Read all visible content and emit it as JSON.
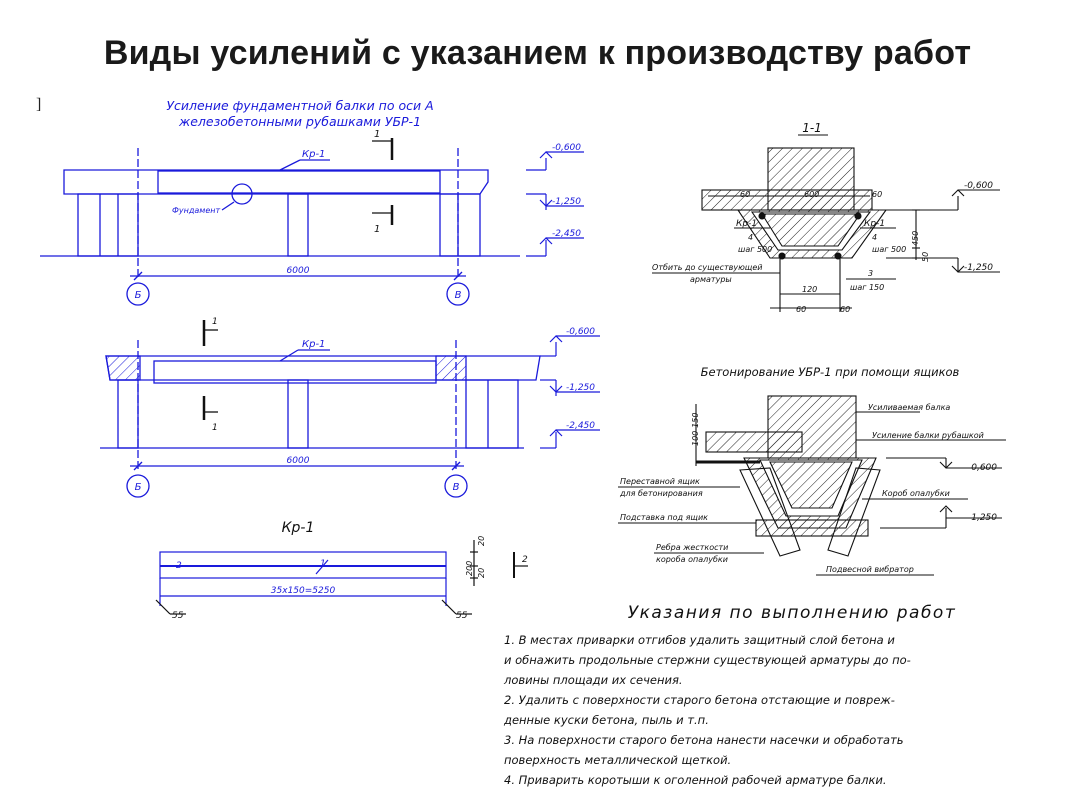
{
  "page": {
    "title": "Виды усилений с указанием к производству работ",
    "bracket": "]"
  },
  "plan_top": {
    "heading_1": "Усиление фундаментной балки по оси А",
    "heading_2": "железобетонными рубашками УБР-1",
    "kr_label": "Кр-1",
    "section_mark": "1",
    "foundation_label": "Фундамент",
    "span": "6000",
    "axis_left": "Б",
    "axis_right": "В",
    "levels": [
      "-0,600",
      "-1,250",
      "-2,450"
    ]
  },
  "plan_mid": {
    "kr_label": "Кр-1",
    "section_mark": "1",
    "span": "6000",
    "axis_left": "Б",
    "axis_right": "В",
    "levels": [
      "-0,600",
      "-1,250",
      "-2,450"
    ]
  },
  "kr_detail": {
    "title": "Кр-1",
    "pos_left": "2",
    "pos_right": "1",
    "pos_section": "2",
    "length": "35х150=5250",
    "dim_55_left": "55",
    "dim_55_right": "55",
    "dim_20_top": "20",
    "dim_200": "200",
    "dim_20_bottom": "20"
  },
  "section_1": {
    "title": "1-1",
    "dim_60_left": "60",
    "dim_600": "600",
    "dim_60_right": "60",
    "kr_left": "Кр-1",
    "kr_right": "Кр-1",
    "pos_4_left": "4",
    "step_left": "шаг 500",
    "pos_4_right": "4",
    "step_right": "шаг 500",
    "note": "Отбить до существующей",
    "note_2": "арматуры",
    "pos_3": "3",
    "step_3": "шаг 150",
    "dim_120": "120",
    "bot_60_left": "60",
    "bot_60_right": "60",
    "dim_450": "450",
    "dim_50": "50",
    "levels": [
      "-0,600",
      "-1,250"
    ]
  },
  "concreting": {
    "title": "Бетонирование УБР-1 при помощи ящиков",
    "dim_vertical": "100-150",
    "label_beam": "Усиливаемая балка",
    "label_jacket": "Усиление балки рубашкой",
    "label_box": "Переставной ящик",
    "label_box_2": "для бетонирования",
    "label_support": "Подставка под ящик",
    "label_ribs": "Ребра жесткости",
    "label_ribs_2": "короба опалубки",
    "label_formwork": "Короб опалубки",
    "label_vibrator": "Подвесной вибратор",
    "levels": [
      "-0,600",
      "-1,250"
    ]
  },
  "instructions": {
    "heading": "Указания по выполнению работ",
    "lines": [
      "1.  В местах приварки отгибов удалить защитный слой бетона и",
      "и обнажить продольные стержни существующей арматуры до по-",
      "ловины площади их сечения.",
      "2.  Удалить с поверхности старого бетона отстающие и повреж-",
      "денные куски бетона, пыль и т.п.",
      "3.  На поверхности старого бетона нанести насечки и обработать",
      "поверхность металлической щеткой.",
      "4.  Приварить коротыши к оголенной рабочей арматуре балки."
    ]
  },
  "colors": {
    "drawing": "#1a1adb",
    "ink": "#111111",
    "title": "#1a1a1a"
  }
}
